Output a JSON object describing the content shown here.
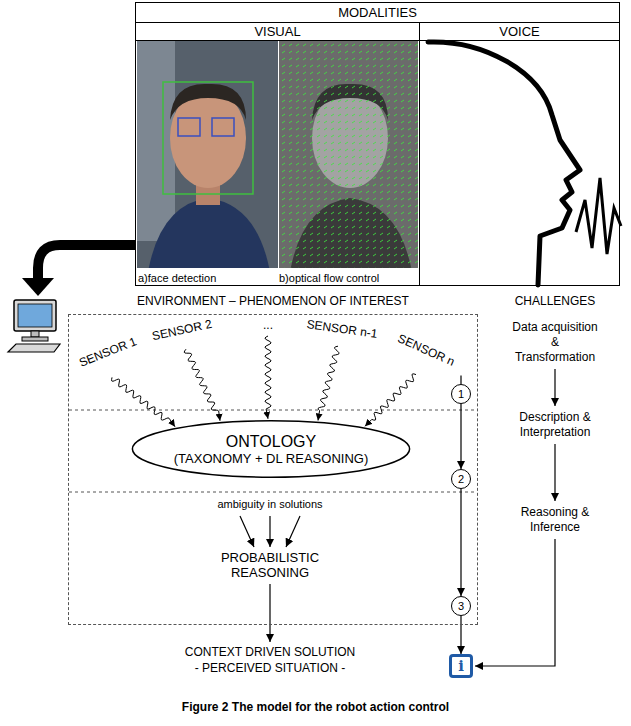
{
  "diagram": {
    "caption": "Figure 2 The model for the robot action control",
    "nodes": [
      {
        "text": [
          "MODALITIES"
        ]
      },
      {
        "text": [
          "VISUAL"
        ],
        "in": 0
      },
      {
        "text": [
          "VOICE"
        ],
        "in": 0
      },
      {
        "text": [
          "ENVIRONMENT – PHENOMENON OF INTEREST"
        ]
      },
      {
        "text": [
          "ONTOLOGY",
          "(TAXONOMY + DL REASONING)"
        ],
        "in": 3
      },
      {
        "text": [
          "1"
        ],
        "in": 3
      },
      {
        "text": [
          "2"
        ],
        "in": 3
      },
      {
        "text": [
          "3"
        ],
        "in": 3
      },
      {
        "text": [
          "i"
        ]
      }
    ],
    "edges": [
      {
        "from": 5,
        "to": 6,
        "arrow": "to"
      },
      {
        "from": 6,
        "to": 7,
        "arrow": "to"
      },
      {
        "from": 7,
        "to": 8,
        "arrow": "to"
      }
    ],
    "labels": [
      "a)face detection",
      "b)optical flow control",
      "SENSOR 1",
      "SENSOR 2",
      "...",
      "SENSOR n-1",
      "SENSOR n",
      "CHALLENGES",
      "Data acquisition & Transformation",
      "Description & Interpretation",
      "Reasoning & Inference",
      "ambiguity in solutions",
      "PROBABILISTIC REASONING",
      "CONTEXT DRIVEN SOLUTION",
      "- PERCEIVED SITUATION -"
    ]
  }
}
